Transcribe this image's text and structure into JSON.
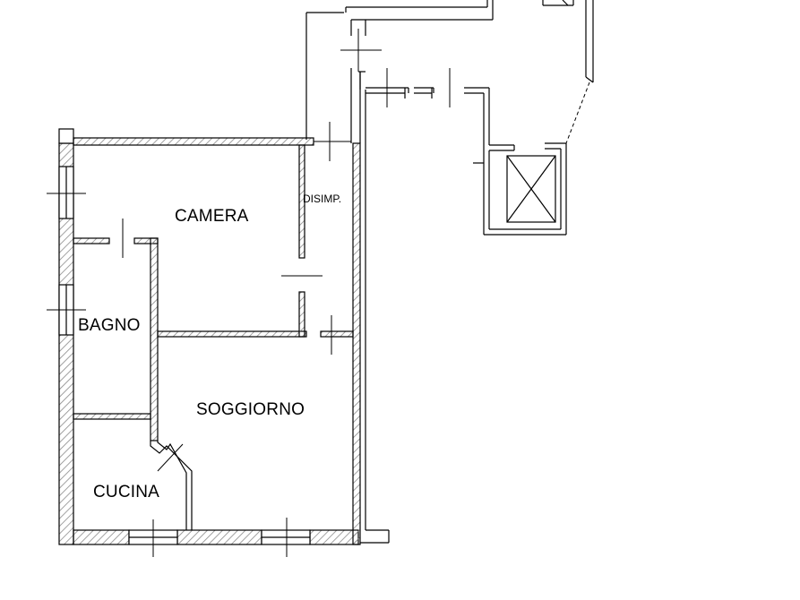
{
  "floorplan": {
    "rooms": {
      "camera": "CAMERA",
      "disimpegno": "DISIMP.",
      "bagno": "BAGNO",
      "soggiorno": "SOGGIORNO",
      "cucina": "CUCINA"
    },
    "colors": {
      "wall": "#000000",
      "hatch": "#8a8a8a",
      "background": "#ffffff"
    }
  }
}
